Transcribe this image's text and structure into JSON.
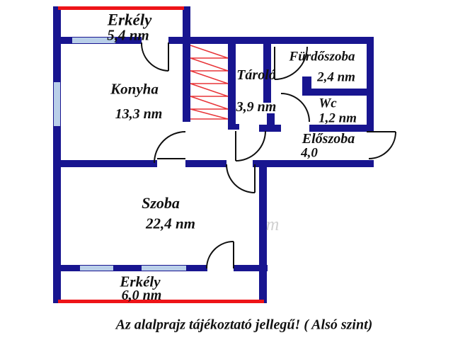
{
  "plan": {
    "rooms": [
      {
        "name": "Erkély",
        "area": "5,4 nm"
      },
      {
        "name": "Konyha",
        "area": "13,3 nm"
      },
      {
        "name": "Tároló",
        "area": "3,9 nm"
      },
      {
        "name": "Fürdőszoba",
        "area": "2,4 nm"
      },
      {
        "name": "Wc",
        "area": "1,2 nm"
      },
      {
        "name": "Előszoba",
        "area": "4,0"
      },
      {
        "name": "Szoba",
        "area": "22,4 nm"
      },
      {
        "name": "Erkély",
        "area": "6,0 nm"
      }
    ],
    "caption": "Az alalprajz tájékoztató jellegű! ( Alsó szint)",
    "watermark_fragment": "m",
    "colors": {
      "wall": "#181590",
      "window": "#b9cfe9",
      "balcony_edge": "#ee1418",
      "door_line": "#0f0f0f",
      "stairs": "#e8363a",
      "text": "#111111",
      "background": "#ffffff"
    }
  }
}
